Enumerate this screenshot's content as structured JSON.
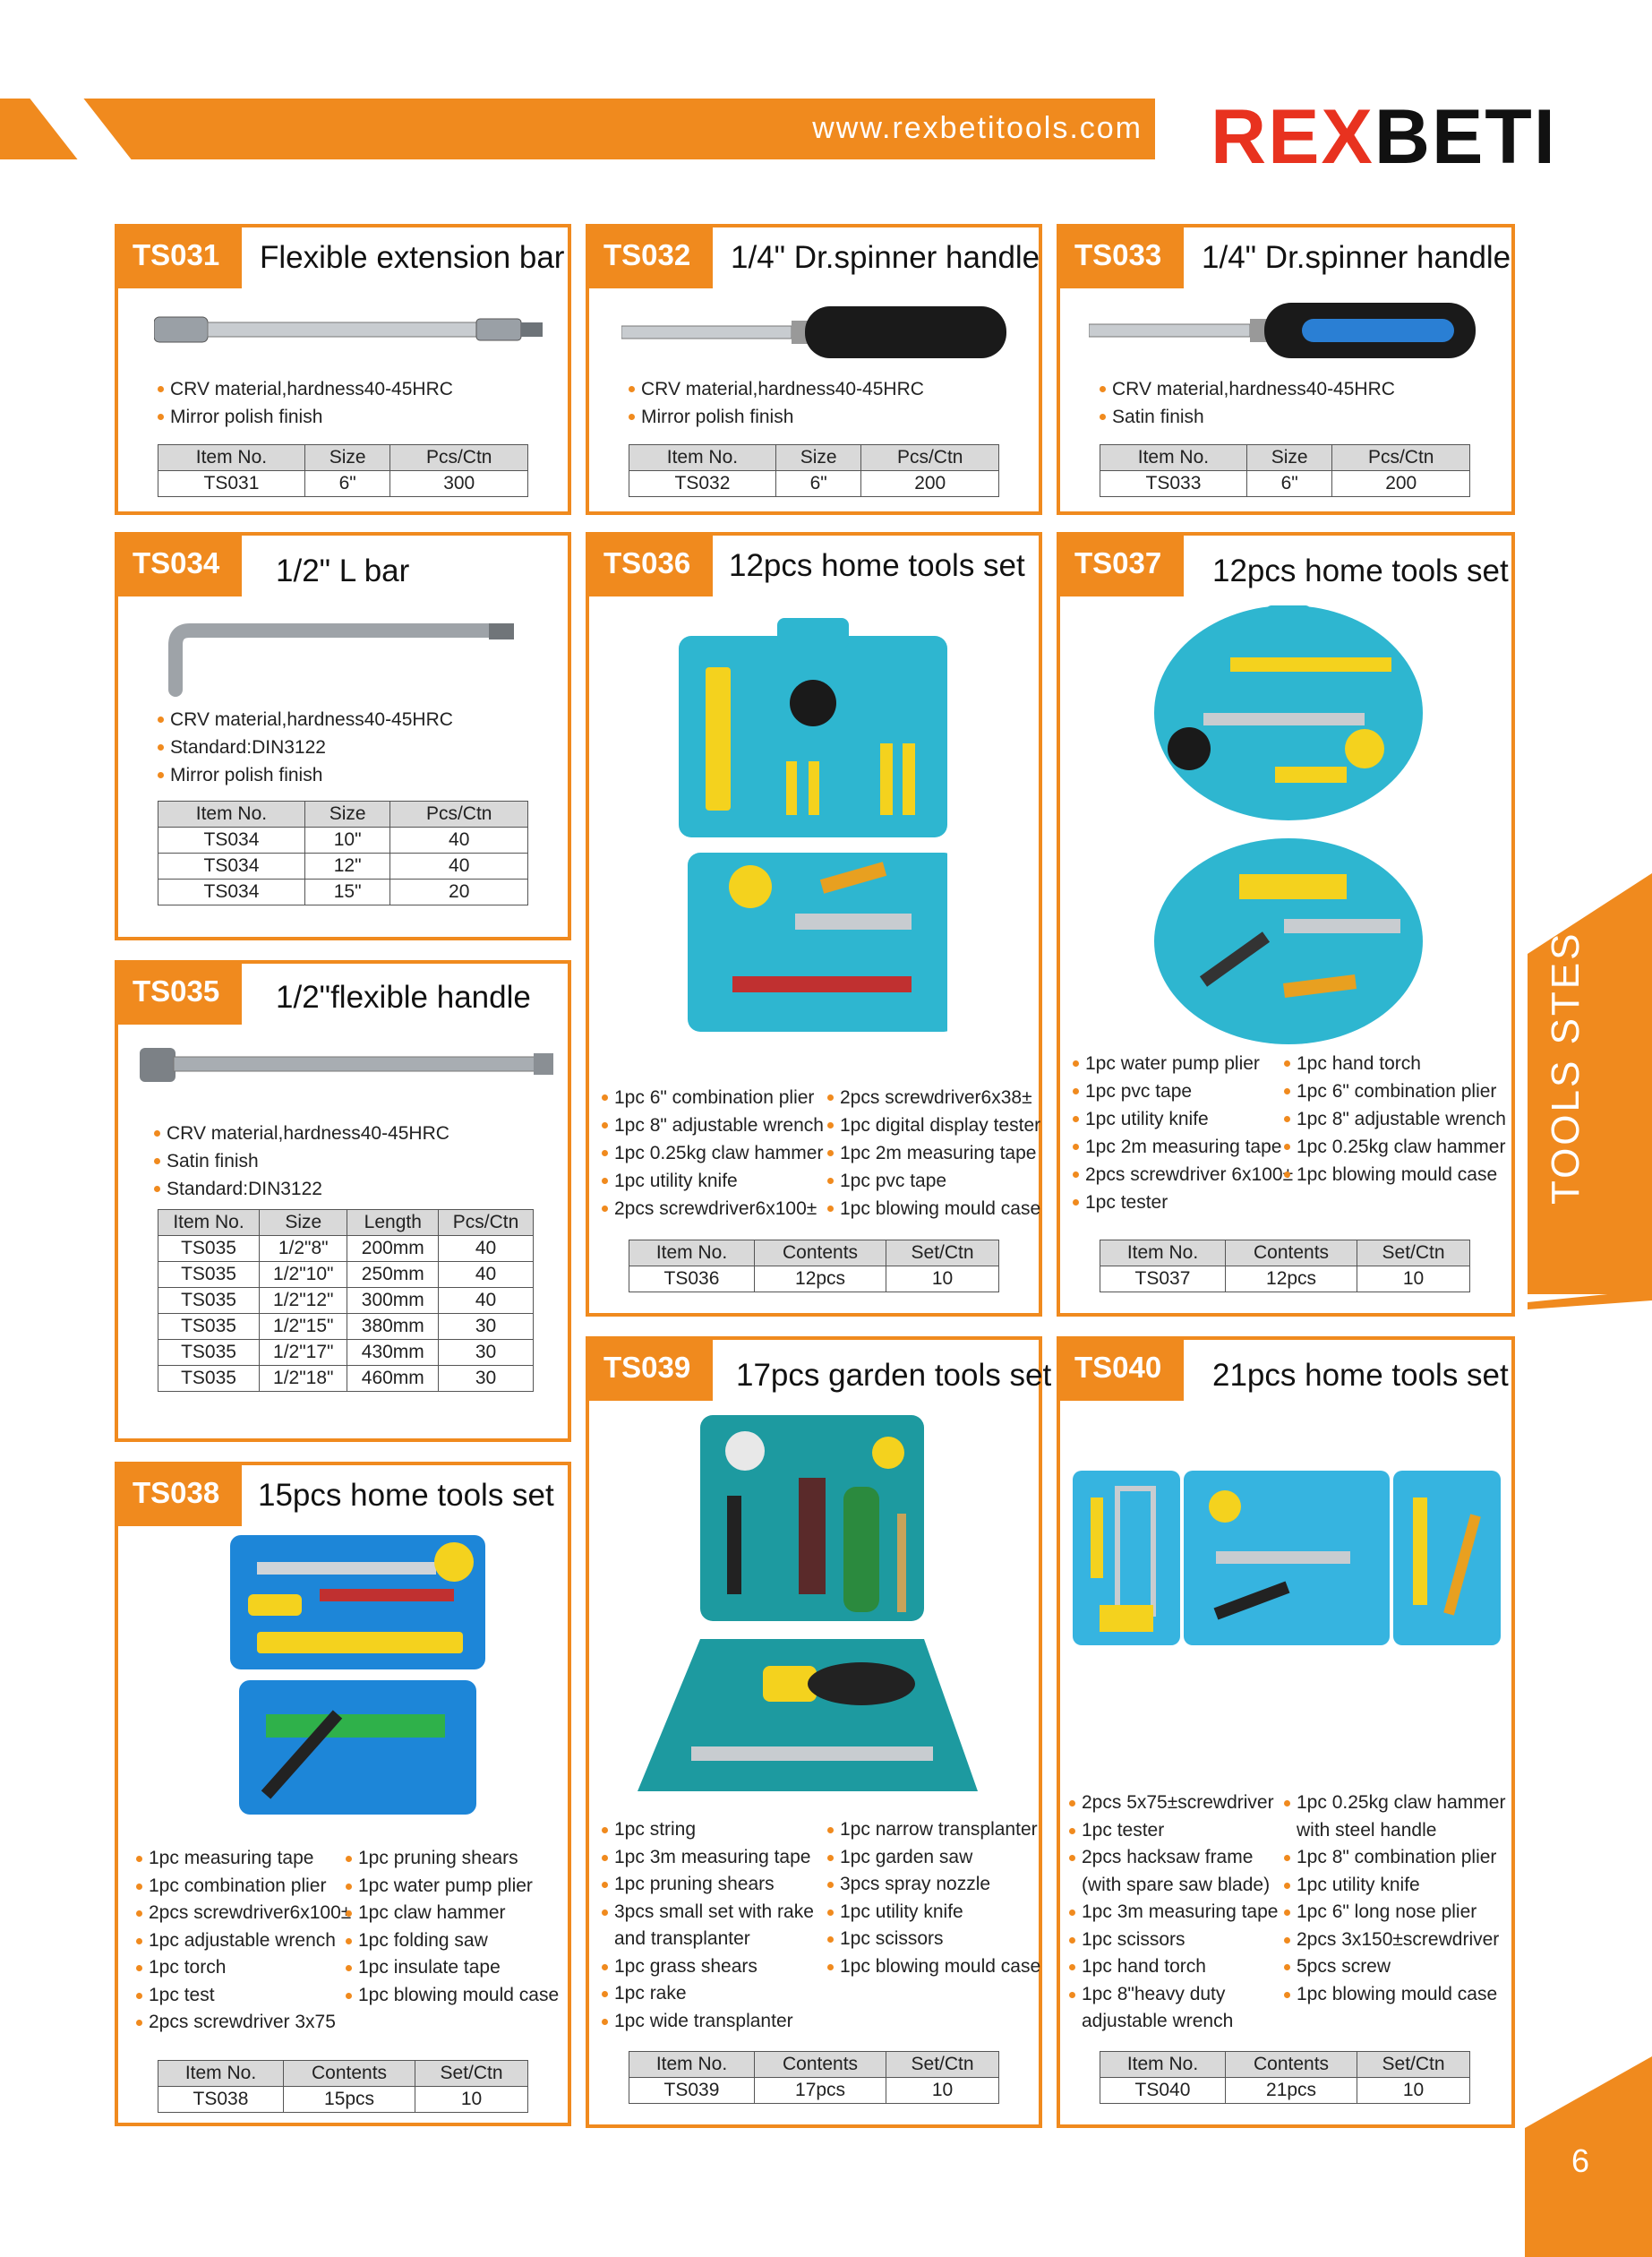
{
  "header": {
    "url": "www.rexbetitools.com",
    "logo_a": "REX",
    "logo_b": "BETI"
  },
  "side_label": "TOOLS STES",
  "page_number": "6",
  "cards": {
    "ts031": {
      "code": "TS031",
      "title": "Flexible extension bar",
      "bullets": [
        "CRV material,hardness40-45HRC",
        "Mirror polish finish"
      ],
      "headers": [
        "Item No.",
        "Size",
        "Pcs/Ctn"
      ],
      "row": [
        "TS031",
        "6\"",
        "300"
      ]
    },
    "ts032": {
      "code": "TS032",
      "title": "1/4\" Dr.spinner handle",
      "bullets": [
        "CRV material,hardness40-45HRC",
        "Mirror polish finish"
      ],
      "headers": [
        "Item No.",
        "Size",
        "Pcs/Ctn"
      ],
      "row": [
        "TS032",
        "6\"",
        "200"
      ]
    },
    "ts033": {
      "code": "TS033",
      "title": "1/4\" Dr.spinner handle",
      "bullets": [
        "CRV material,hardness40-45HRC",
        "Satin finish"
      ],
      "headers": [
        "Item No.",
        "Size",
        "Pcs/Ctn"
      ],
      "row": [
        "TS033",
        "6\"",
        "200"
      ]
    },
    "ts034": {
      "code": "TS034",
      "title": "1/2\" L bar",
      "bullets": [
        "CRV material,hardness40-45HRC",
        "Standard:DIN3122",
        "Mirror polish finish"
      ],
      "headers": [
        "Item No.",
        "Size",
        "Pcs/Ctn"
      ],
      "rows": [
        [
          "TS034",
          "10\"",
          "40"
        ],
        [
          "TS034",
          "12\"",
          "40"
        ],
        [
          "TS034",
          "15\"",
          "20"
        ]
      ]
    },
    "ts035": {
      "code": "TS035",
      "title": "1/2\"flexible handle",
      "bullets": [
        "CRV material,hardness40-45HRC",
        "Satin finish",
        "Standard:DIN3122"
      ],
      "headers": [
        "Item No.",
        "Size",
        "Length",
        "Pcs/Ctn"
      ],
      "rows": [
        [
          "TS035",
          "1/2\"8\"",
          "200mm",
          "40"
        ],
        [
          "TS035",
          "1/2\"10\"",
          "250mm",
          "40"
        ],
        [
          "TS035",
          "1/2\"12\"",
          "300mm",
          "40"
        ],
        [
          "TS035",
          "1/2\"15\"",
          "380mm",
          "30"
        ],
        [
          "TS035",
          "1/2\"17\"",
          "430mm",
          "30"
        ],
        [
          "TS035",
          "1/2\"18\"",
          "460mm",
          "30"
        ]
      ]
    },
    "ts036": {
      "code": "TS036",
      "title": "12pcs home tools set",
      "col1": [
        "1pc 6\" combination plier",
        "1pc 8\" adjustable wrench",
        "1pc 0.25kg claw hammer",
        "1pc utility knife",
        "2pcs screwdriver6x100±"
      ],
      "col2": [
        "2pcs screwdriver6x38±",
        "1pc digital display tester",
        "1pc 2m measuring tape",
        "1pc pvc tape",
        "1pc blowing mould case"
      ],
      "headers": [
        "Item No.",
        "Contents",
        "Set/Ctn"
      ],
      "row": [
        "TS036",
        "12pcs",
        "10"
      ]
    },
    "ts037": {
      "code": "TS037",
      "title": "12pcs home tools set",
      "col1": [
        "1pc water pump plier",
        "1pc pvc tape",
        "1pc utility knife",
        "1pc 2m measuring tape",
        "2pcs screwdriver 6x100±",
        "1pc tester"
      ],
      "col2": [
        "1pc hand torch",
        "1pc 6\" combination plier",
        "1pc 8\" adjustable wrench",
        "1pc 0.25kg claw hammer",
        "1pc blowing mould case"
      ],
      "headers": [
        "Item No.",
        "Contents",
        "Set/Ctn"
      ],
      "row": [
        "TS037",
        "12pcs",
        "10"
      ]
    },
    "ts038": {
      "code": "TS038",
      "title": "15pcs home tools set",
      "col1": [
        "1pc measuring tape",
        "1pc combination plier",
        "2pcs screwdriver6x100±",
        "1pc adjustable wrench",
        "1pc torch",
        "1pc test",
        "2pcs screwdriver 3x75"
      ],
      "col2": [
        "1pc pruning shears",
        "1pc water pump plier",
        "1pc claw hammer",
        "1pc folding saw",
        "1pc insulate tape",
        "1pc blowing mould case"
      ],
      "headers": [
        "Item No.",
        "Contents",
        "Set/Ctn"
      ],
      "row": [
        "TS038",
        "15pcs",
        "10"
      ]
    },
    "ts039": {
      "code": "TS039",
      "title": "17pcs garden tools set",
      "col1": [
        "1pc string",
        "1pc 3m measuring tape",
        "1pc pruning shears",
        "3pcs small set with rake",
        "and transplanter",
        "1pc grass shears",
        "1pc rake",
        "1pc wide transplanter"
      ],
      "col2": [
        "1pc narrow transplanter",
        "1pc garden saw",
        "3pcs spray nozzle",
        "1pc utility knife",
        "1pc scissors",
        "1pc blowing mould case"
      ],
      "headers": [
        "Item No.",
        "Contents",
        "Set/Ctn"
      ],
      "row": [
        "TS039",
        "17pcs",
        "10"
      ]
    },
    "ts040": {
      "code": "TS040",
      "title": "21pcs home tools set",
      "col1": [
        "2pcs 5x75±screwdriver",
        "1pc tester",
        "2pcs hacksaw frame",
        "(with spare saw blade)",
        "1pc 3m measuring tape",
        "1pc scissors",
        "1pc hand  torch",
        "1pc 8\"heavy duty",
        "adjustable wrench"
      ],
      "col2": [
        "1pc 0.25kg claw hammer",
        "with steel handle",
        "1pc 8\" combination plier",
        "1pc utility knife",
        "1pc 6\" long nose plier",
        "2pcs 3x150±screwdriver",
        "5pcs screw",
        "1pc blowing mould case"
      ],
      "headers": [
        "Item No.",
        "Contents",
        "Set/Ctn"
      ],
      "row": [
        "TS040",
        "21pcs",
        "10"
      ]
    }
  }
}
